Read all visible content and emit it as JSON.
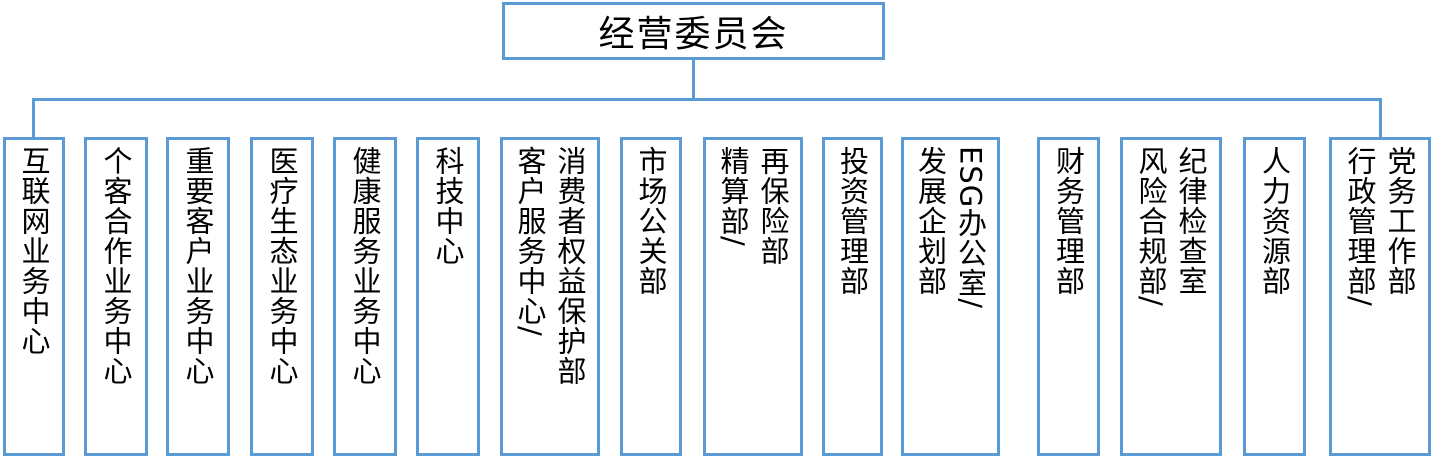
{
  "root": {
    "label": "经营委员会"
  },
  "departments": [
    {
      "lines": [
        "互联网业务中心"
      ]
    },
    {
      "lines": [
        "个客合作业务中心"
      ]
    },
    {
      "lines": [
        "重要客户业务中心"
      ]
    },
    {
      "lines": [
        "医疗生态业务中心"
      ]
    },
    {
      "lines": [
        "健康服务业务中心"
      ]
    },
    {
      "lines": [
        "科技中心"
      ]
    },
    {
      "lines": [
        "消费者权益保护部",
        "客户服务中心/"
      ]
    },
    {
      "lines": [
        "市场公关部"
      ]
    },
    {
      "lines": [
        "再保险部",
        "精算部/"
      ]
    },
    {
      "lines": [
        "投资管理部"
      ]
    },
    {
      "lines": [
        "ESG办公室/",
        "发展企划部"
      ]
    },
    {
      "lines": [
        "财务管理部"
      ]
    },
    {
      "lines": [
        "纪律检查室",
        "风险合规部/"
      ]
    },
    {
      "lines": [
        "人力资源部"
      ]
    },
    {
      "lines": [
        "党务工作部",
        "行政管理部/"
      ]
    }
  ],
  "colors": {
    "border": "#5b9bd5",
    "text": "#000000"
  }
}
